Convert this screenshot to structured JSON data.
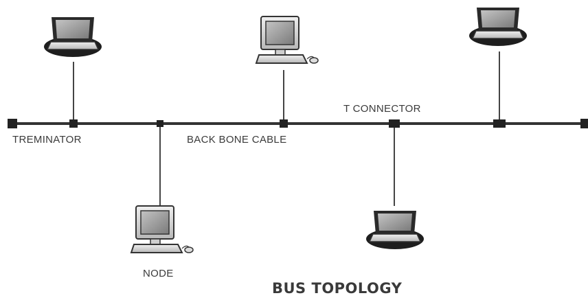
{
  "diagram": {
    "labels": {
      "terminator": "TREMINATOR",
      "backbone": "BACK BONE CABLE",
      "t_connector": "T CONNECTOR",
      "node": "NODE"
    },
    "title": "BUS TOPOLOGY",
    "nodes": [
      {
        "icon": "laptop-icon"
      },
      {
        "icon": "desktop-computer-icon"
      },
      {
        "icon": "laptop-icon"
      },
      {
        "icon": "desktop-computer-icon"
      },
      {
        "icon": "laptop-icon"
      }
    ],
    "colors": {
      "line": "#333333",
      "device_dark": "#222222",
      "screen": "#9a9a9a",
      "body": "#d8d8d8"
    }
  }
}
